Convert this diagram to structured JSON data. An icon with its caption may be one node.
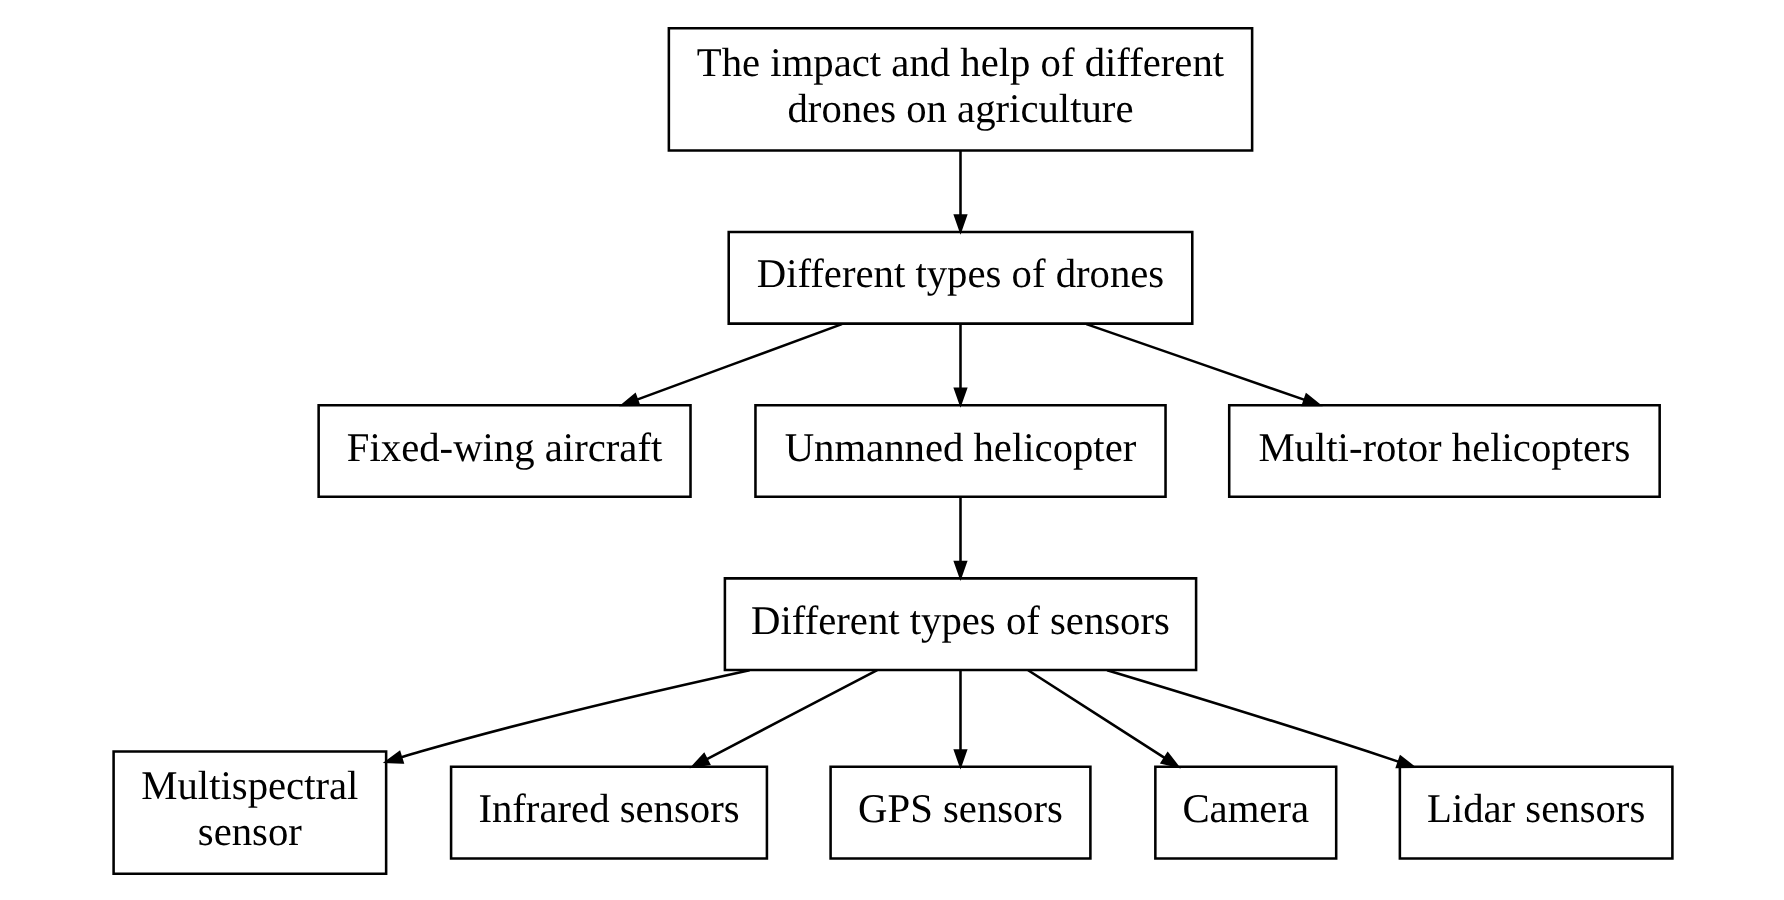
{
  "diagram": {
    "nodes": [
      {
        "text": [
          "The impact and help of different drones on agriculture"
        ]
      },
      {
        "text": [
          "Different types of drones"
        ]
      },
      {
        "text": [
          "Fixed-wing aircraft"
        ]
      },
      {
        "text": [
          "Unmanned helicopter"
        ]
      },
      {
        "text": [
          "Multi-rotor helicopters"
        ]
      },
      {
        "text": [
          "Different types of sensors"
        ]
      },
      {
        "text": [
          "Multispectral sensor"
        ]
      },
      {
        "text": [
          "Infrared sensors"
        ]
      },
      {
        "text": [
          "GPS sensors"
        ]
      },
      {
        "text": [
          "Camera"
        ]
      },
      {
        "text": [
          "Lidar sensors"
        ]
      }
    ],
    "edges": [
      {
        "from": 0,
        "to": 1,
        "arrow": "to"
      },
      {
        "from": 1,
        "to": 2,
        "arrow": "to"
      },
      {
        "from": 1,
        "to": 3,
        "arrow": "to"
      },
      {
        "from": 1,
        "to": 4,
        "arrow": "to"
      },
      {
        "from": 3,
        "to": 5,
        "arrow": "to"
      },
      {
        "from": 5,
        "to": 6,
        "arrow": "to"
      },
      {
        "from": 5,
        "to": 7,
        "arrow": "to"
      },
      {
        "from": 5,
        "to": 8,
        "arrow": "to"
      },
      {
        "from": 5,
        "to": 9,
        "arrow": "to"
      },
      {
        "from": 5,
        "to": 10,
        "arrow": "to"
      }
    ]
  }
}
